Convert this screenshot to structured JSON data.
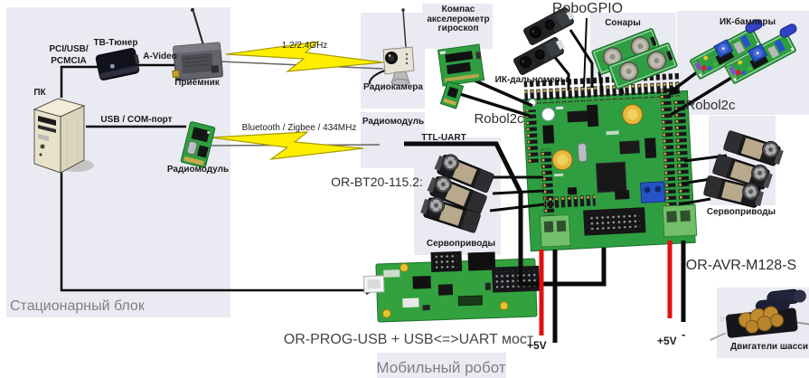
{
  "colors": {
    "panel": "#eaebf2",
    "pcb_green": "#2f9e41",
    "wire_black": "#0b0b0b",
    "power_red": "#e01010",
    "bolt_yellow": "#ffee00"
  },
  "stationary": {
    "title": "Стационарный блок",
    "pc": "ПК",
    "iface_line1": "PCI/USB/",
    "iface_line2": "PCMCIA",
    "tv_tuner": "ТВ-Тюнер",
    "a_video": "A-Video",
    "receiver": "Приёмник",
    "usb_com": "USB / COM-порт",
    "radio_module": "Радиомодуль"
  },
  "links": {
    "video": "1.2/2.4GHz",
    "data": "Bluetooth / Zigbee / 434MHz"
  },
  "mobile": {
    "title": "Мобильный робот",
    "camera": "Радиокамера",
    "radio_module": "Радиомодуль",
    "ttl_uart": "TTL-UART",
    "bt_module": "OR-BT20-115.2:",
    "compass_line1": "Компас",
    "compass_line2": "акселерометр",
    "compass_line3": "гироскоп",
    "robogpio": "RoboGPIO",
    "sonars": "Сонары",
    "ir_rangefinders": "ИК-дальномеры",
    "ir_bumpers": "ИК-бамперы",
    "robol2c_left": "Robol2c",
    "robol2c_right": "Robol2c",
    "servos_left": "Сервоприводы",
    "servos_right": "Сервоприводы",
    "main_board": "OR-AVR-M128-S",
    "programmer": "OR-PROG-USB + USB<=>UART мост",
    "power_left": "+5V",
    "power_right": "+5V",
    "power_minus": "-",
    "motors": "Двигатели шасси"
  }
}
